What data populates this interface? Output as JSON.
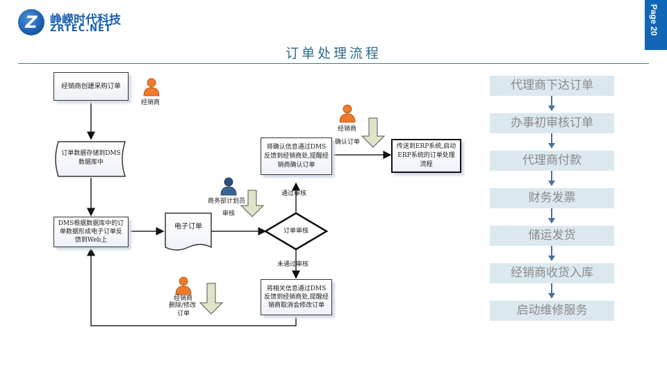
{
  "header": {
    "logo_glyph": "Z",
    "logo_cn": "峥嵘时代科技",
    "logo_en": "ZRTEC.NET",
    "page_label": "Page 20",
    "title": "订单处理流程"
  },
  "flowchart": {
    "nodes": {
      "create_order": "经销商创建采购订单",
      "store_dms": "订单数据存储到DMS数据库中",
      "dms_form": "DMS根据数据库中的订单数据形成电子订单反馈到Web上",
      "e_order": "电子订单",
      "order_review": "订单审核",
      "confirm_feedback": "将确认信息通过DMS反馈到经销商处,提醒经销商确认订单",
      "erp_send": "传送到ERP系统,启动ERP系统的订单处理流程",
      "reject_feedback": "将相关信息通过DMS反馈到经销商处,提醒经销商取消会修改订单"
    },
    "labels": {
      "dealer_1": "经销商",
      "planner": "商务部计划员",
      "planner_action": "审核",
      "dealer_2": "经销商",
      "dealer_2_action": "确认订单",
      "passed": "通过审核",
      "not_passed": "未通过审核",
      "dealer_3": "经销商",
      "dealer_3_action_1": "删除/修改",
      "dealer_3_action_2": "订单"
    },
    "icons": {
      "dealer_color": "#f07a2a",
      "planner_color": "#2d4f7a",
      "down_arrow_color": "#dde4c8"
    }
  },
  "steps": [
    "代理商下达订单",
    "办事初审核订单",
    "代理商付款",
    "财务发票",
    "储运发货",
    "经销商收货入库",
    "启动维修服务"
  ],
  "colors": {
    "brand_blue": "#1b5fae",
    "page_tab": "#1266b8",
    "title": "#2e6b8a",
    "step_bg": "#dce8ef",
    "step_text": "#8a8a8a",
    "step_arrow": "#4a6f9c"
  }
}
